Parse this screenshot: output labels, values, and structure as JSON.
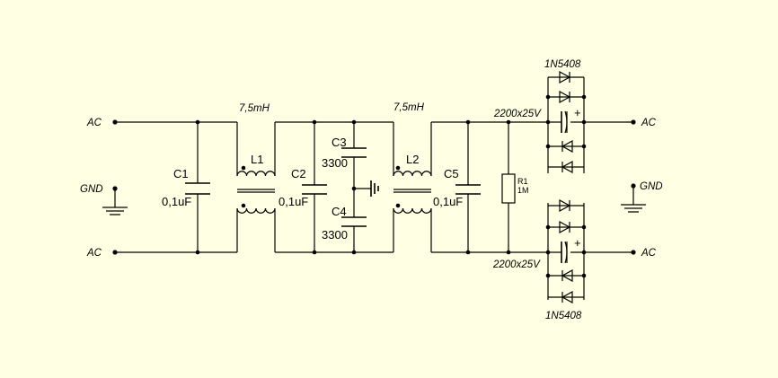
{
  "labels": {
    "ac_in_top": "AC",
    "ac_in_bot": "AC",
    "gnd_in": "GND",
    "ac_out_top": "AC",
    "ac_out_bot": "AC",
    "gnd_out": "GND",
    "c1_name": "C1",
    "c1_value": "0,1uF",
    "c2_name": "C2",
    "c2_value": "0,1uF",
    "c3_name": "C3",
    "c3_value": "3300",
    "c4_name": "C4",
    "c4_value": "3300",
    "c5_name": "C5",
    "c5_value": "0,1uF",
    "l1_name": "L1",
    "l1_value": "7,5mH",
    "l2_name": "L2",
    "l2_value": "7,5mH",
    "r1_name": "R1",
    "r1_value": "1M",
    "cap_top_value": "2200x25V",
    "cap_bot_value": "2200x25V",
    "diodes_top": "1N5408",
    "diodes_bot": "1N5408",
    "plus_top": "+",
    "plus_bot": "+"
  }
}
